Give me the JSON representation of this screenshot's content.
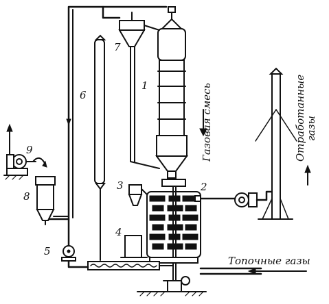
{
  "labels": {
    "gas_mixture": "Газовая смесь",
    "exhaust_gases_line1": "Отработанные",
    "exhaust_gases_line2": "газы",
    "flue_gases": "Топочные газы"
  },
  "numbers": {
    "n1": "1",
    "n2": "2",
    "n3": "3",
    "n4": "4",
    "n5": "5",
    "n6": "6",
    "n7": "7",
    "n8": "8",
    "n9": "9"
  }
}
